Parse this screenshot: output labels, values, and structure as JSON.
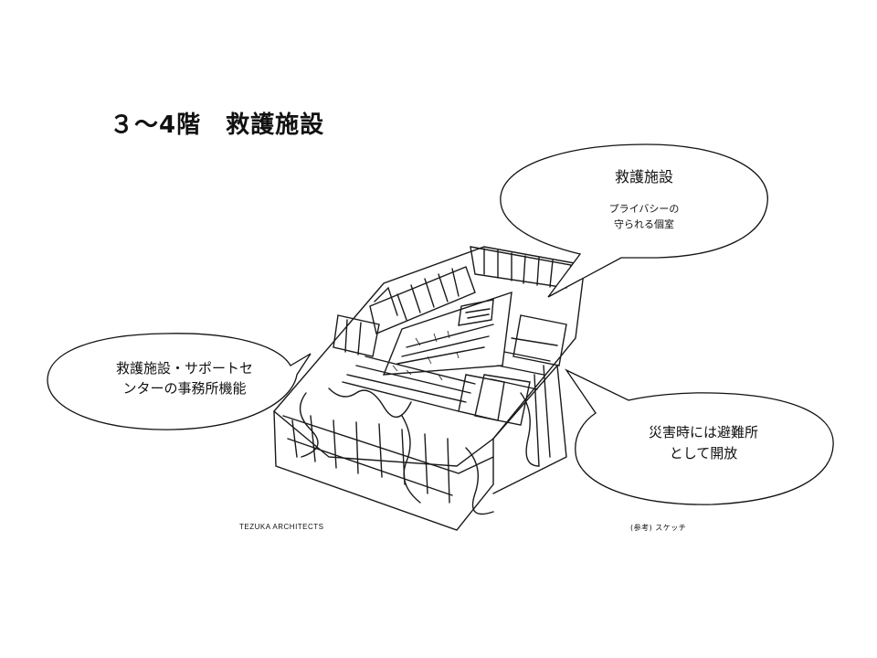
{
  "slide": {
    "title": "３～4階　救護施設"
  },
  "callouts": {
    "rescue_facility": {
      "title": "救護施設",
      "line1": "プライバシーの",
      "line2": "守られる個室"
    },
    "office": {
      "line1": "救護施設・サポートセ",
      "line2": "ンターの事務所機能"
    },
    "shelter": {
      "line1": "災害時には避難所",
      "line2": "として開放"
    }
  },
  "sketch": {
    "credit_left": "TEZUKA ARCHITECTS",
    "credit_right": "(参考) スケッチ"
  }
}
